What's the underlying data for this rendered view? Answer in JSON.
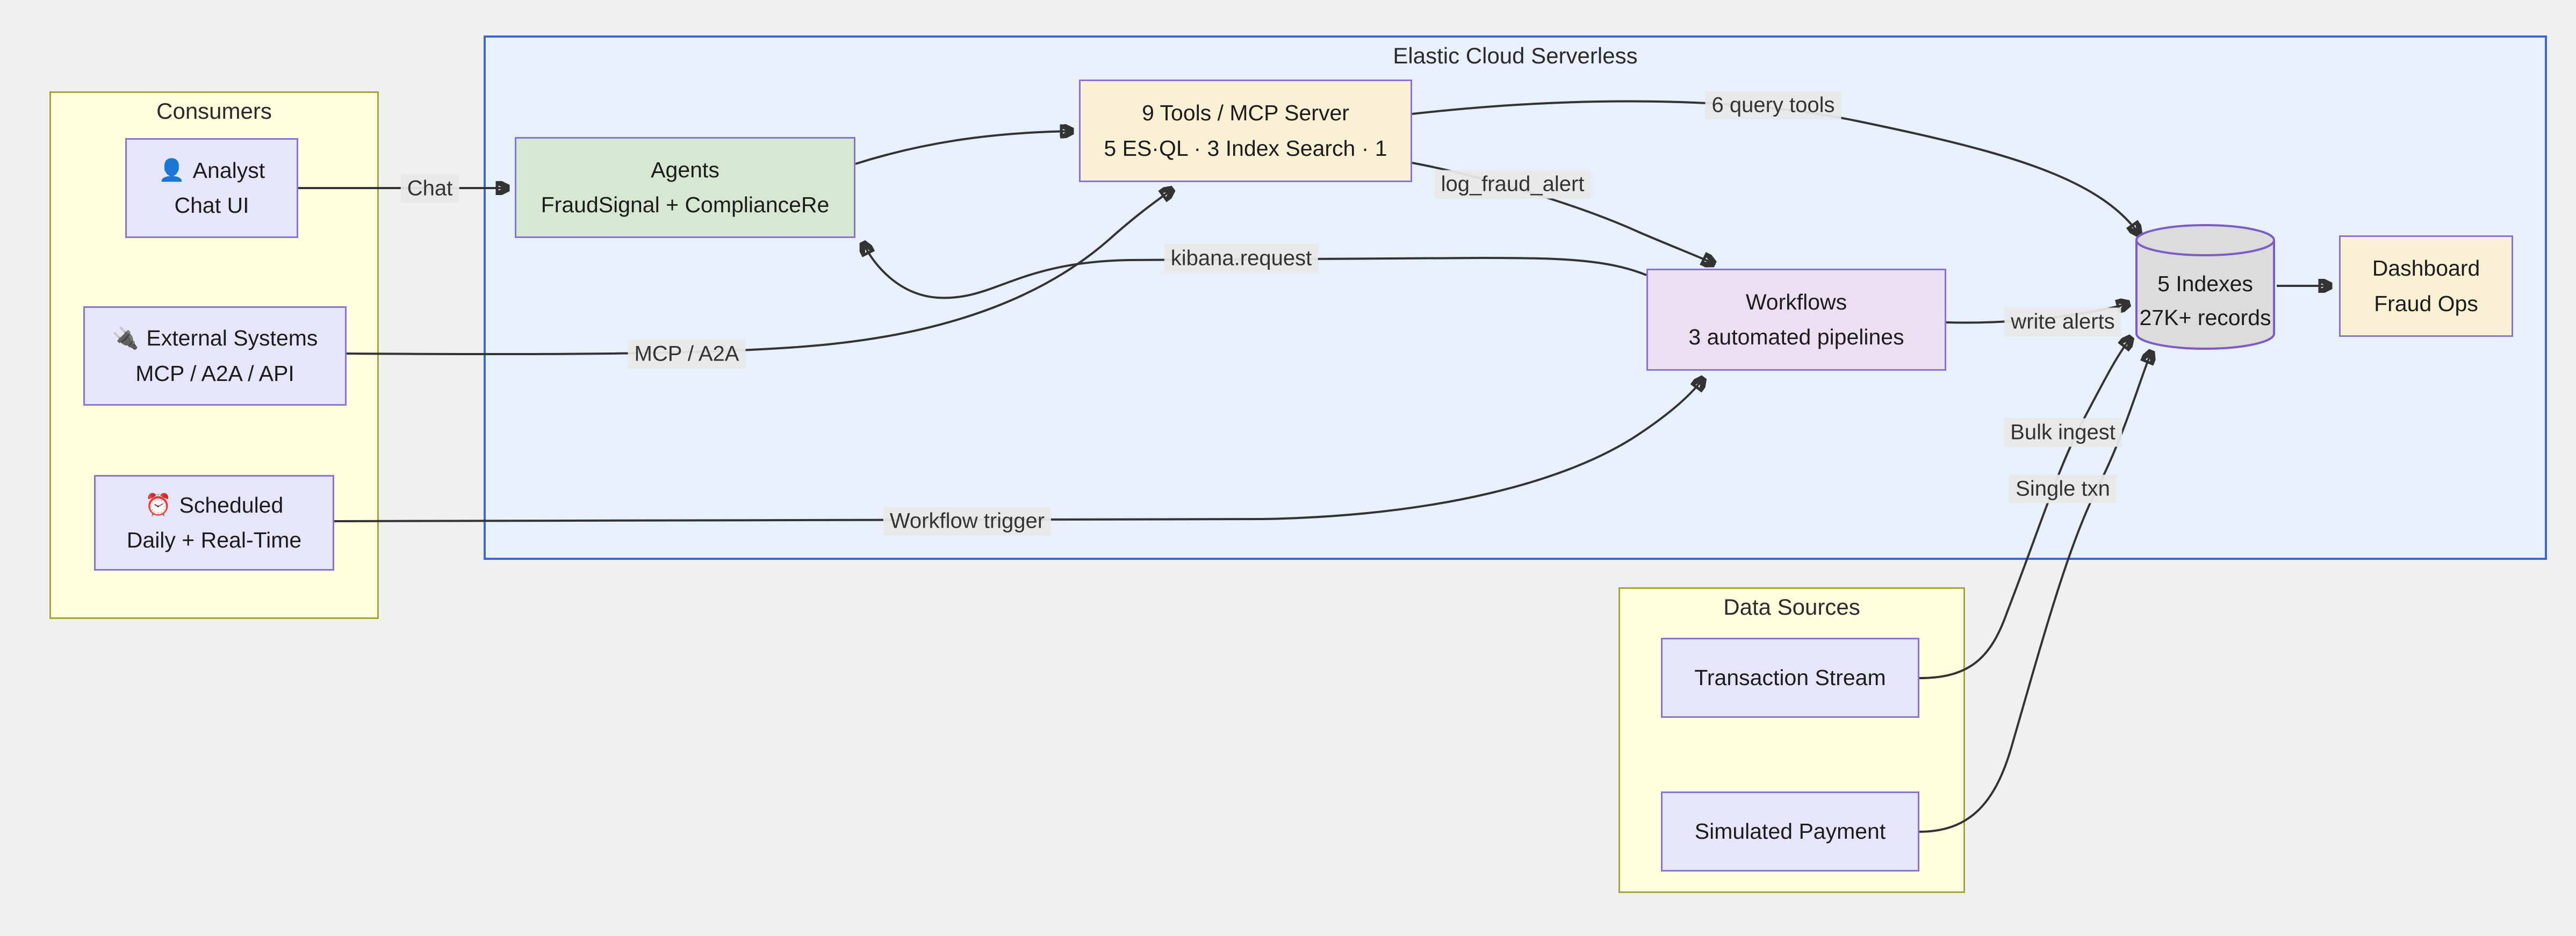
{
  "clusters": {
    "consumers": {
      "title": "Consumers"
    },
    "elastic_cloud": {
      "title": "Elastic Cloud Serverless"
    },
    "data_sources": {
      "title": "Data Sources"
    }
  },
  "nodes": {
    "analyst": {
      "icon": "👤",
      "title": "Analyst",
      "subtitle": "Chat UI"
    },
    "external_systems": {
      "icon": "🔌",
      "title": "External Systems",
      "subtitle": "MCP / A2A / API"
    },
    "scheduled": {
      "icon": "⏰",
      "title": "Scheduled",
      "subtitle": "Daily + Real-Time"
    },
    "agents": {
      "title": "Agents",
      "subtitle": "FraudSignal + ComplianceRe"
    },
    "tools": {
      "title": "9 Tools / MCP Server",
      "subtitle": "5 ES·QL · 3 Index Search · 1"
    },
    "workflows": {
      "title": "Workflows",
      "subtitle": "3 automated pipelines"
    },
    "indexes": {
      "title": "5 Indexes",
      "subtitle": "27K+ records"
    },
    "dashboard": {
      "title": "Dashboard",
      "subtitle": "Fraud Ops"
    },
    "transaction_stream": {
      "title": "Transaction Stream"
    },
    "simulated_payment": {
      "title": "Simulated Payment"
    }
  },
  "edges": [
    {
      "from": "analyst",
      "to": "agents",
      "label": "Chat"
    },
    {
      "from": "external_systems",
      "to": "tools",
      "label": "MCP / A2A"
    },
    {
      "from": "scheduled",
      "to": "workflows",
      "label": "Workflow trigger"
    },
    {
      "from": "agents",
      "to": "tools",
      "label": ""
    },
    {
      "from": "tools",
      "to": "indexes",
      "label": "6 query tools"
    },
    {
      "from": "tools",
      "to": "workflows",
      "label": "log_fraud_alert"
    },
    {
      "from": "workflows",
      "to": "agents",
      "label": "kibana.request"
    },
    {
      "from": "workflows",
      "to": "indexes",
      "label": "write alerts"
    },
    {
      "from": "transaction_stream",
      "to": "indexes",
      "label": "Bulk ingest"
    },
    {
      "from": "simulated_payment",
      "to": "indexes",
      "label": "Single txn"
    },
    {
      "from": "indexes",
      "to": "dashboard",
      "label": ""
    }
  ],
  "colors": {
    "page_bg": "#eef0f2",
    "cluster_yellow_fill": "#ffffde",
    "cluster_yellow_border": "#a9a23b",
    "cluster_blue_fill": "#e7f0fb",
    "cluster_blue_border": "#3d66d8",
    "node_lavender_fill": "#e6e6fa",
    "node_green_fill": "#d7e8d2",
    "node_cream_fill": "#faf0d4",
    "node_pink_fill": "#ecdff2",
    "node_gray_fill": "#dcdcdc",
    "node_border": "#8874d2",
    "edge_color": "#333333",
    "edge_label_bg": "#e8e8e8"
  }
}
